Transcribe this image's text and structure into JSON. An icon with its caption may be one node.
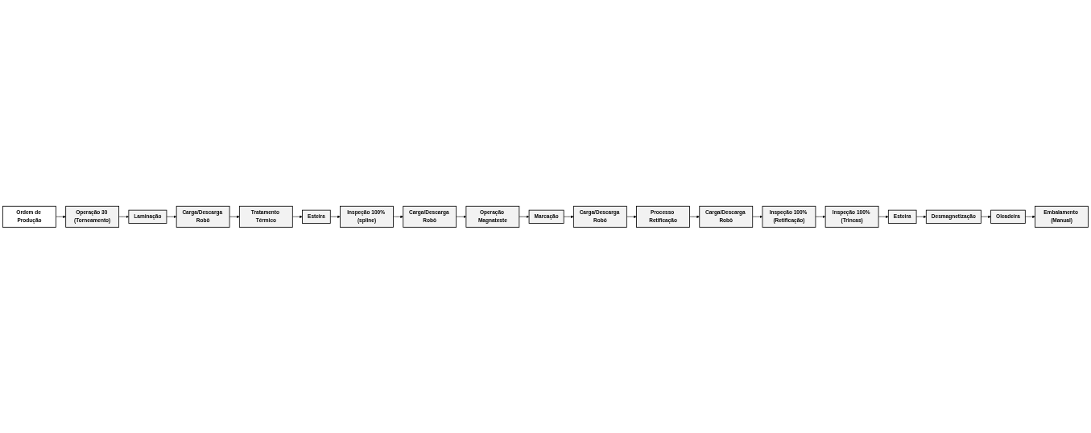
{
  "diagram": {
    "nodes": [
      {
        "text": [
          "Ordem de Produção"
        ]
      },
      {
        "text": [
          "Operação 30 (Torneamento)"
        ]
      },
      {
        "text": [
          "Laminação"
        ]
      },
      {
        "text": [
          "Carga/Descarga Robô"
        ]
      },
      {
        "text": [
          "Tratamento Térmico"
        ]
      },
      {
        "text": [
          "Esteira"
        ]
      },
      {
        "text": [
          "Carga/Descarga Robô"
        ]
      },
      {
        "text": [
          "Marcação"
        ]
      },
      {
        "text": [
          "Operação Magnateste"
        ]
      },
      {
        "text": [
          "Carga/Descarga Robô"
        ]
      },
      {
        "text": [
          "Inspeção 100% (spline)"
        ]
      },
      {
        "text": [
          "Processo Retificação"
        ]
      },
      {
        "text": [
          "Carga/Descarga Robô"
        ]
      },
      {
        "text": [
          "Inspeção 100% (Retificação)"
        ]
      },
      {
        "text": [
          "Inspeção 100% (Trincas)"
        ]
      },
      {
        "text": [
          "Esteira"
        ]
      },
      {
        "text": [
          "Embalamento (Manual)"
        ]
      },
      {
        "text": [
          "Oleadeira"
        ]
      },
      {
        "text": [
          "Desmagnetização"
        ]
      }
    ],
    "edges": [
      {
        "from": 0,
        "to": 1,
        "arrow": "to"
      },
      {
        "from": 1,
        "to": 2,
        "arrow": "to"
      },
      {
        "from": 2,
        "to": 3,
        "arrow": "to"
      },
      {
        "from": 3,
        "to": 4,
        "arrow": "to"
      },
      {
        "from": 4,
        "to": 5,
        "arrow": "to"
      },
      {
        "from": 5,
        "to": 10,
        "arrow": "to"
      },
      {
        "from": 10,
        "to": 9,
        "arrow": "to"
      },
      {
        "from": 9,
        "to": 8,
        "arrow": "to"
      },
      {
        "from": 8,
        "to": 7,
        "arrow": "to"
      },
      {
        "from": 7,
        "to": 6,
        "arrow": "to"
      },
      {
        "from": 6,
        "to": 11,
        "arrow": "to"
      },
      {
        "from": 11,
        "to": 12,
        "arrow": "to"
      },
      {
        "from": 12,
        "to": 13,
        "arrow": "to"
      },
      {
        "from": 13,
        "to": 14,
        "arrow": "to"
      },
      {
        "from": 14,
        "to": 15,
        "arrow": "to"
      },
      {
        "from": 15,
        "to": 18,
        "arrow": "to"
      },
      {
        "from": 18,
        "to": 17,
        "arrow": "to"
      },
      {
        "from": 17,
        "to": 16,
        "arrow": "to"
      }
    ]
  }
}
